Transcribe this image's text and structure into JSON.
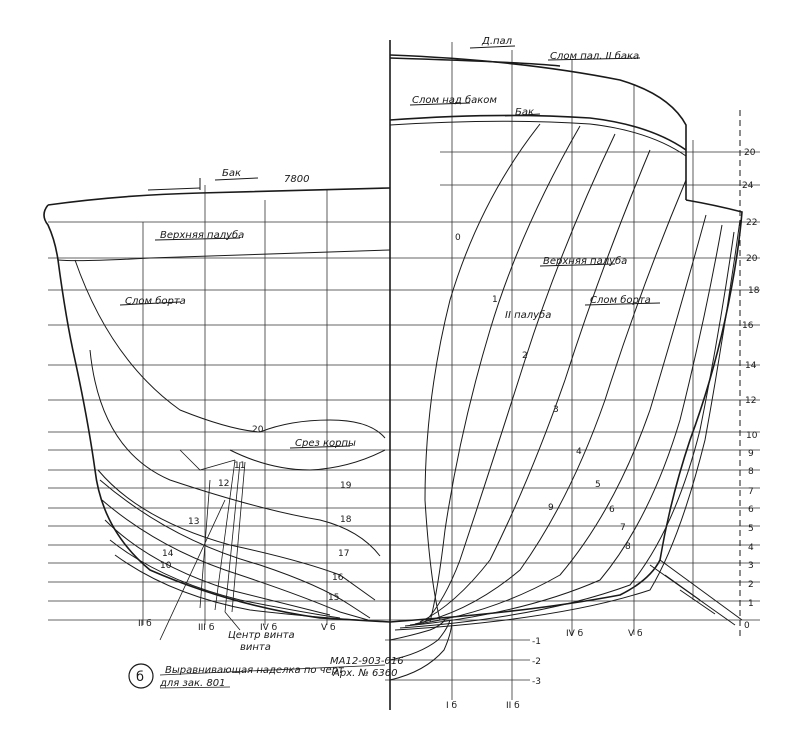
{
  "annotations": {
    "bak_top": "Д.пал",
    "bulwark_upper": "Слом пал. II бака",
    "bulwark_over": "Слом над баком",
    "bak_right": "Бак",
    "bak_left": "Бак",
    "dimension": "7800",
    "upper_deck_left": "Верхняя палуба",
    "upper_deck_right": "Верхняя палуба",
    "deck_two": "II палуба",
    "side_left": "Слом борта",
    "side_right": "Слом борта",
    "bilge_cut": "Срез корпы",
    "prop_center": "Центр винта",
    "prop_center_2": "винта",
    "note_line1": "Выравнивающая наделка по черт",
    "note_line2": "для зак. 801",
    "note_ref1": "МА12-903-016",
    "note_ref2": "Арх. № 6360",
    "circle_letter": "б"
  },
  "ticks_right": [
    "20",
    "24",
    "22",
    "20",
    "18",
    "16",
    "14",
    "12",
    "10",
    "9",
    "8",
    "7",
    "6",
    "5",
    "4",
    "3",
    "2",
    "1",
    "0"
  ],
  "ticks_bottom": [
    "II б",
    "III б",
    "IV б",
    "V б",
    "IV б",
    "V б",
    "I б",
    "II б"
  ],
  "ticks_below_keel": [
    "-1",
    "-2",
    "-3"
  ],
  "frame_labels_right": [
    "0",
    "1",
    "2",
    "3",
    "4",
    "5",
    "6",
    "7",
    "8",
    "9"
  ],
  "frame_labels_left": [
    "20",
    "19",
    "18",
    "17",
    "16",
    "15",
    "14",
    "13",
    "12",
    "11",
    "10"
  ]
}
